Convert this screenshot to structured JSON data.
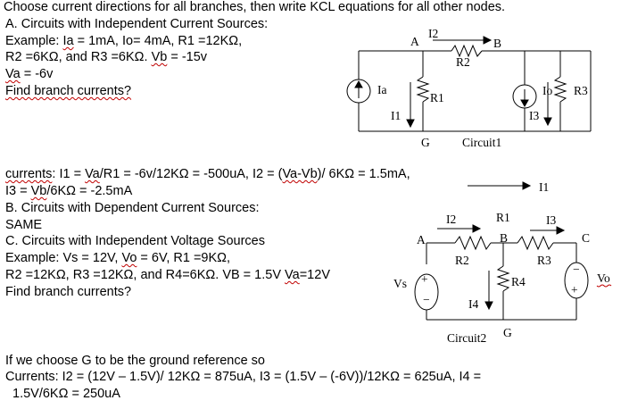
{
  "text": {
    "l1": "Choose current directions for all branches, then write KCL equations for all other nodes.",
    "l2": "A.   Circuits with Independent Current Sources:",
    "l3a": "Example: ",
    "l3b": "Ia",
    "l3c": " = 1mA, Io= 4mA, R1 =12KΩ,",
    "l4a": "R2 =6KΩ, and R3 =6KΩ. ",
    "l4b": "Vb",
    "l4c": " = -15v",
    "l5a": "Va",
    "l5b": " = -6v",
    "l6": "Find branch currents?",
    "l7a": "currents",
    "l7b": ": I1 = ",
    "l7c": "Va",
    "l7d": "/R1 = -6v/12KΩ = -500uA,  I2 = (",
    "l7e": "Va-Vb",
    "l7f": ")/ 6KΩ = 1.5mA,",
    "l8a": "I3 = ",
    "l8b": "Vb",
    "l8c": "/6KΩ = -2.5mA",
    "l9": "B.    Circuits with Dependent Current Sources:",
    "l10": "SAME",
    "l11": "C.    Circuits with Independent Voltage Sources",
    "l12a": "Example: Vs = 12V, ",
    "l12b": "Vo",
    "l12c": " = 6V, R1 =9KΩ,",
    "l13a": "R2 =12KΩ, R3 =12KΩ, and R4=6KΩ. VB = 1.5V ",
    "l13b": "Va",
    "l13c": "=12V",
    "l14": "Find branch currents?",
    "l15": "If we choose G to be the ground reference so",
    "l16": "Currents: I2 = (12V – 1.5V)/ 12KΩ = 875uA, I3 = (1.5V – (-6V))/12KΩ = 625uA, I4 =",
    "l17": "1.5V/6KΩ = 250uA"
  },
  "circuit1": {
    "node_a": "A",
    "node_b": "B",
    "ground": "G",
    "i2": "I2",
    "r2": "R2",
    "ia": "Ia",
    "r1": "R1",
    "i1": "I1",
    "io": "Io",
    "r3": "R3",
    "i3": "I3",
    "caption": "Circuit1"
  },
  "circuit2": {
    "i1": "I1",
    "i2": "I2",
    "r1": "R1",
    "i3": "I3",
    "node_a": "A",
    "node_b": "B",
    "node_c": "C",
    "r2": "R2",
    "r3": "R3",
    "vs": "Vs",
    "r4": "R4",
    "vo": "Vo",
    "i4": "I4",
    "caption": "Circuit2",
    "ground": "G",
    "plus": "+",
    "minus": "−"
  }
}
